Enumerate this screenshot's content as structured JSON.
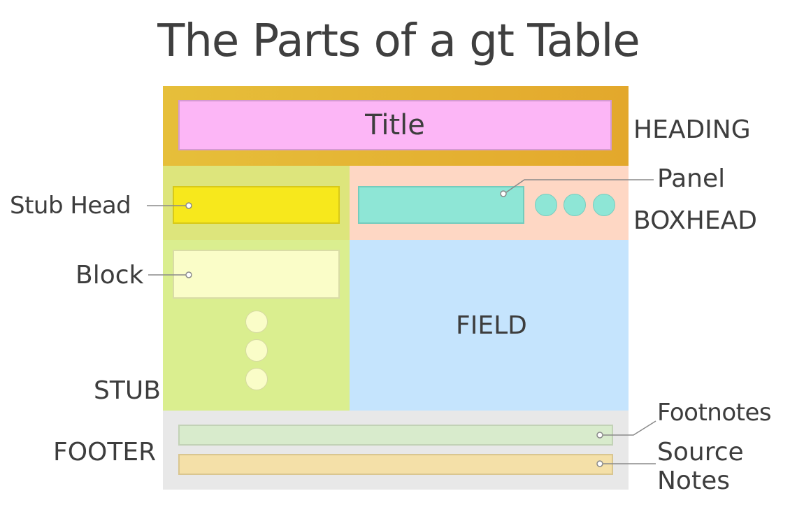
{
  "diagram": {
    "title": "The Parts of a gt Table",
    "regions": {
      "heading": "HEADING",
      "boxhead": "BOXHEAD",
      "stub": "STUB",
      "field": "FIELD",
      "footer": "FOOTER"
    },
    "parts": {
      "title": "Title",
      "stub_head": "Stub Head",
      "panel": "Panel",
      "block": "Block",
      "footnotes": "Footnotes",
      "source_notes_line1": "Source",
      "source_notes_line2": "Notes"
    },
    "colors": {
      "heading": "#e6bf3a",
      "title": "#fcb6f6",
      "stub_head_area": "#dde57c",
      "stub_head": "#f7e81c",
      "boxhead_area": "#fed7c4",
      "panel": "#8ee6d6",
      "stub_area": "#daee8f",
      "block": "#fafdc8",
      "field": "#c5e4fd",
      "footer": "#e8e8e8",
      "footnotes": "#d8ebcc",
      "source_notes": "#f4e0a8"
    }
  }
}
